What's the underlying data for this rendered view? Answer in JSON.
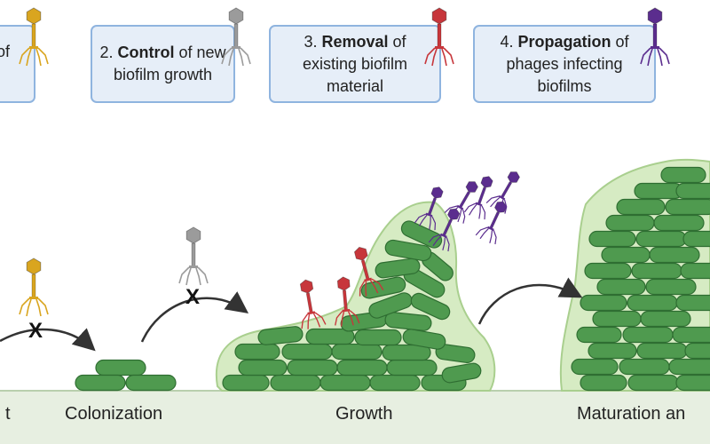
{
  "boxes": [
    {
      "prefix": "",
      "bold": "",
      "suffix": "of"
    },
    {
      "prefix": "2. ",
      "bold": "Control",
      "suffix": " of new biofilm growth"
    },
    {
      "prefix": "3. ",
      "bold": "Removal",
      "suffix": " of existing biofilm material"
    },
    {
      "prefix": "4. ",
      "bold": "Propagation",
      "suffix": " of phages infecting biofilms"
    }
  ],
  "stages": {
    "attachment": "t",
    "colonization": "Colonization",
    "growth": "Growth",
    "maturation": "Maturation an"
  },
  "block_marks": [
    "X",
    "X"
  ],
  "colors": {
    "box_fill": "#e6eef8",
    "box_border": "#8fb4df",
    "bacteria": "#4f9a4f",
    "biofilm_matrix": "#d6ebc3",
    "substrate": "#e7efe1",
    "phage_gold": "#d9a51f",
    "phage_gray": "#9b9b9b",
    "phage_red": "#c7363b",
    "phage_purple": "#5b2d8e"
  }
}
